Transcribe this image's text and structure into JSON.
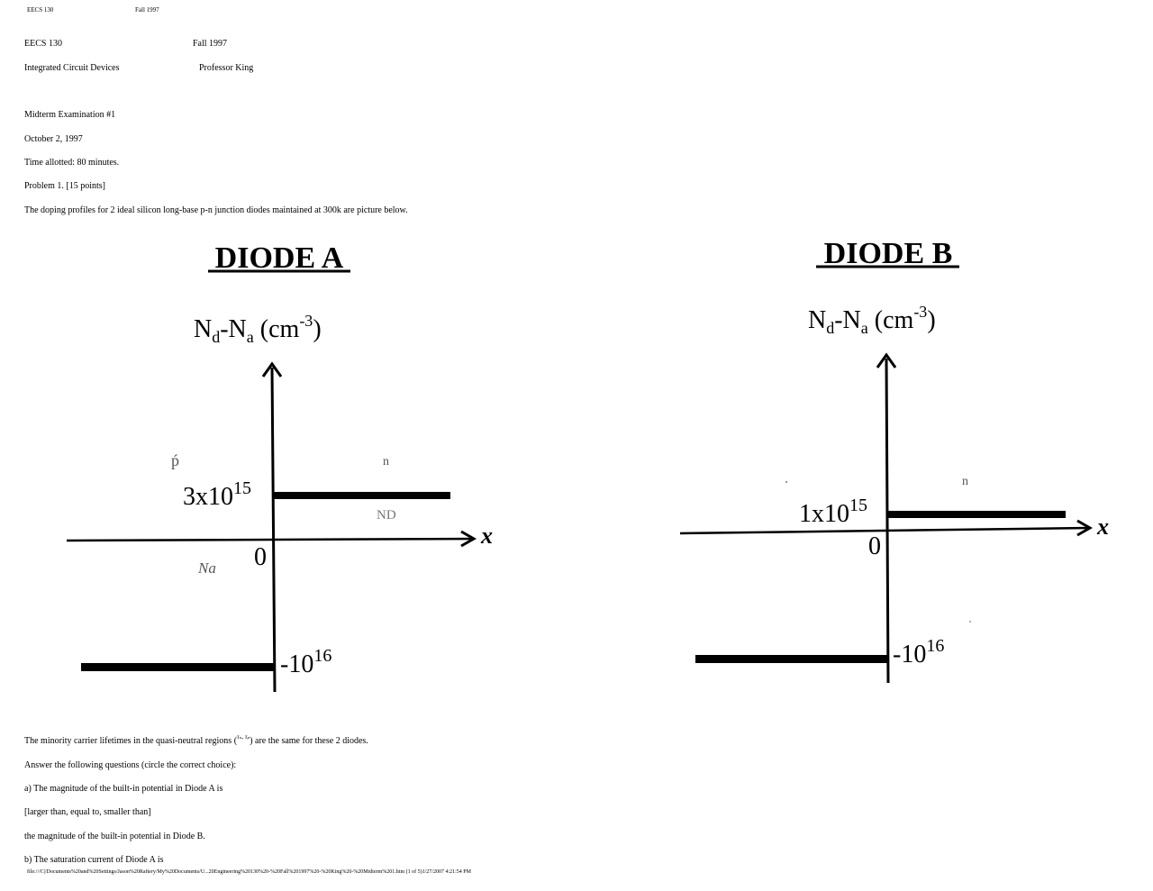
{
  "running_header": {
    "course": "EECS 130",
    "term": "Fall 1997"
  },
  "header": {
    "course": "EECS 130",
    "term": "Fall 1997",
    "course_title": "Integrated Circuit Devices",
    "professor": "Professor King"
  },
  "exam": {
    "title": "Midterm Examination #1",
    "date": "October 2, 1997",
    "time": "Time allotted: 80 minutes.",
    "problem": "Problem 1. [15 points]",
    "intro": "The doping profiles for 2 ideal silicon long-base p-n junction diodes maintained at 300k are picture below."
  },
  "diode_a": {
    "title": "DIODE A",
    "y_label_base": "N",
    "y_sub_d": "d",
    "y_dash": "-N",
    "y_sub_a": "a",
    "y_unit": " (cm",
    "y_unit_exp": "-3",
    "y_unit_close": ")",
    "x_label": "x",
    "origin": "0",
    "pos_label_base": "3x10",
    "pos_label_exp": "15",
    "neg_label_base": "-10",
    "neg_label_exp": "16",
    "handwritten_p": "ṕ",
    "handwritten_n": "n",
    "handwritten_nd": "ND",
    "handwritten_na": "Na"
  },
  "diode_b": {
    "title": "DIODE B",
    "y_label_base": "N",
    "y_sub_d": "d",
    "y_dash": "-N",
    "y_sub_a": "a",
    "y_unit": " (cm",
    "y_unit_exp": "-3",
    "y_unit_close": ")",
    "x_label": "x",
    "origin": "0",
    "pos_label_base": "1x10",
    "pos_label_exp": "15",
    "neg_label_base": "-10",
    "neg_label_exp": "16",
    "handwritten_n": "n"
  },
  "body_text": {
    "lifetimes_pre": "The minority carrier lifetimes in the quasi-neutral regions (",
    "tau_n": "τₙ",
    "tau_sep": ", ",
    "tau_p": "τₚ",
    "lifetimes_post": ") are the same for these 2 diodes.",
    "answer": "Answer the following questions (circle the correct choice):",
    "qa": "a) The magnitude of the built-in potential in Diode A is",
    "choices": "[larger than, equal to, smaller than]",
    "qa_end": "the magnitude of the built-in potential in Diode B.",
    "qb": "b) The saturation current of Diode A is"
  },
  "footer": {
    "path": "file:///C|/Documents%20and%20Settings/Jason%20Raftery/My%20Documents/U...20Engineering%20130%20-%20Fall%201997%20-%20King%20-%20Midterm%201.htm (1 of 5)1/27/2007 4:21:54 PM"
  }
}
